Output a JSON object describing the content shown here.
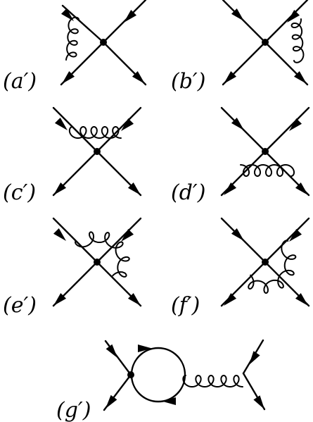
{
  "diagrams": [
    {
      "id": "a",
      "label": "(a′)"
    },
    {
      "id": "b",
      "label": "(b′)"
    },
    {
      "id": "c",
      "label": "(c′)"
    },
    {
      "id": "d",
      "label": "(d′)"
    },
    {
      "id": "e",
      "label": "(e′)"
    },
    {
      "id": "f",
      "label": "(f′)"
    },
    {
      "id": "g",
      "label": "(g′)"
    }
  ],
  "colors": {
    "ink": "#000000",
    "background": "#ffffff"
  }
}
